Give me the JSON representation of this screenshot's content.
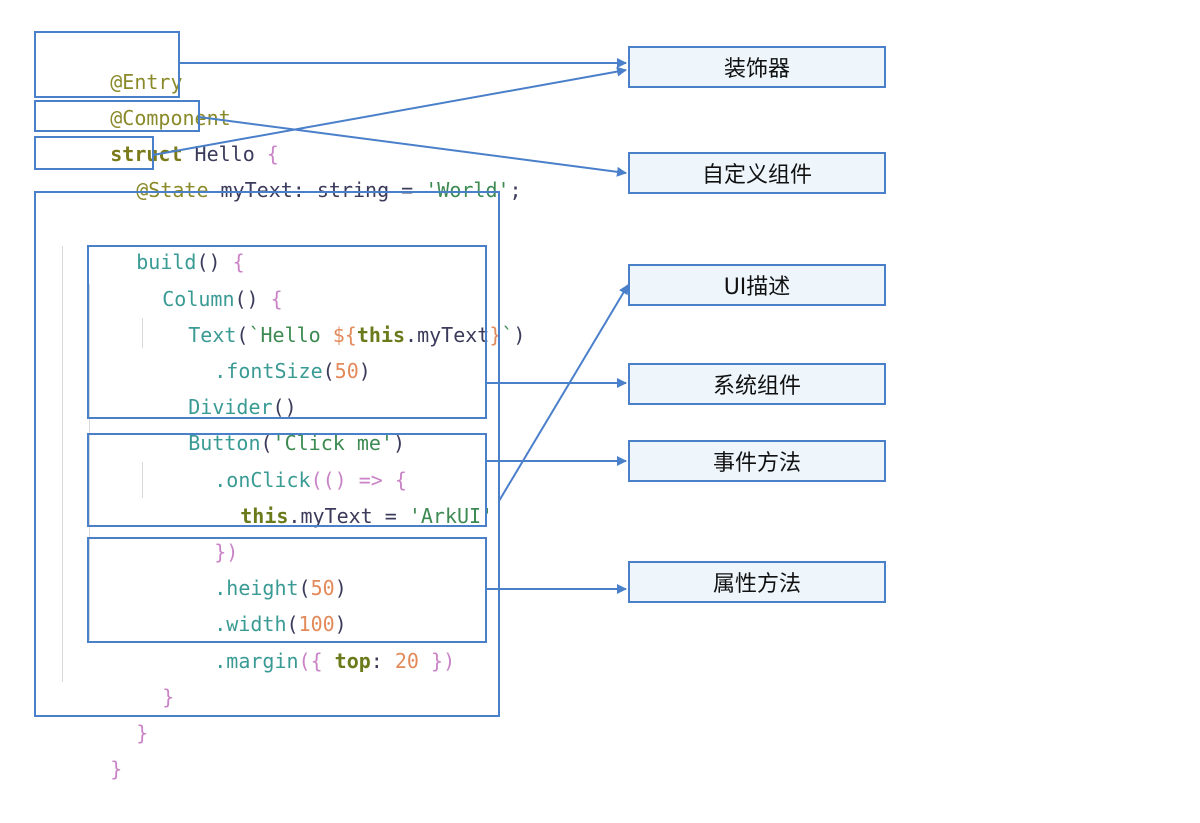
{
  "colors": {
    "frame": "#4a7fca",
    "label_fill": "#eef6fc"
  },
  "code": {
    "line1": {
      "t1": "@Entry"
    },
    "line2": {
      "t1": "@Component"
    },
    "line3": {
      "t1": "struct",
      "t2": " Hello ",
      "t3": "{"
    },
    "line4": {
      "t1": "@State",
      "t2": " myText: string = ",
      "t3": "'World'",
      "t4": ";"
    },
    "line5": {
      "t1": "build",
      "t2": "()",
      "t3": " {"
    },
    "line6": {
      "t1": "Column",
      "t2": "()",
      "t3": " {"
    },
    "line7": {
      "t1": "Text",
      "t2": "(",
      "t3": "`Hello ",
      "t4": "${",
      "t5": "this",
      "t6": ".myText",
      "t7": "}",
      "t8": "`",
      "t9": ")"
    },
    "line8": {
      "t1": ".fontSize",
      "t2": "(",
      "t3": "50",
      "t4": ")"
    },
    "line9": {
      "t1": "Divider",
      "t2": "()"
    },
    "line10": {
      "t1": "Button",
      "t2": "(",
      "t3": "'Click me'",
      "t4": ")"
    },
    "line11": {
      "t1": ".onClick",
      "t2": "(() => {"
    },
    "line12": {
      "t1": "this",
      "t2": ".myText = ",
      "t3": "'ArkUI'"
    },
    "line13": {
      "t1": "})"
    },
    "line14": {
      "t1": ".height",
      "t2": "(",
      "t3": "50",
      "t4": ")"
    },
    "line15": {
      "t1": ".width",
      "t2": "(",
      "t3": "100",
      "t4": ")"
    },
    "line16": {
      "t1": ".margin",
      "t2": "({ ",
      "t3": "top",
      "t4": ": ",
      "t5": "20",
      "t6": " })"
    },
    "line17": {
      "t1": "}"
    },
    "line18": {
      "t1": "}"
    },
    "line19": {
      "t1": "}"
    }
  },
  "labels": {
    "decorator": "装饰器",
    "custom_component": "自定义组件",
    "ui_description": "UI描述",
    "system_component": "系统组件",
    "event_method": "事件方法",
    "attribute_method": "属性方法"
  }
}
